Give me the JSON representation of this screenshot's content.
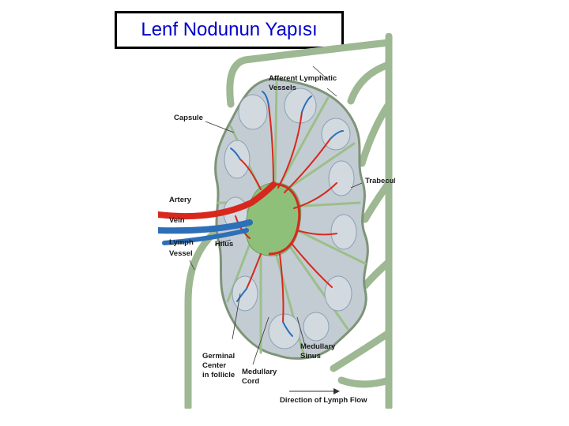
{
  "title": "Lenf Nodunun Yapısı",
  "labels": {
    "afferent_1": "Afferent Lymphatic",
    "afferent_2": "Vessels",
    "capsule": "Capsule",
    "trabecula": "Trabecula",
    "artery": "Artery",
    "vein": "Vein",
    "lymph_1": "Lymph",
    "lymph_2": "Vessel",
    "hilus": "Hilus",
    "germinal_1": "Germinal",
    "germinal_2": "Center",
    "germinal_3": "in follicle",
    "medullary_cord_1": "Medullary",
    "medullary_cord_2": "Cord",
    "medullary_sinus_1": "Medullary",
    "medullary_sinus_2": "Sinus",
    "direction": "Direction of Lymph Flow"
  },
  "colors": {
    "title_text": "#0000cc",
    "vessel_green": "#9db892",
    "capsule_fill": "#c3ccd3",
    "medulla_green": "#8fc07a",
    "artery_red": "#d8281e",
    "vein_blue": "#2d6fb8"
  }
}
